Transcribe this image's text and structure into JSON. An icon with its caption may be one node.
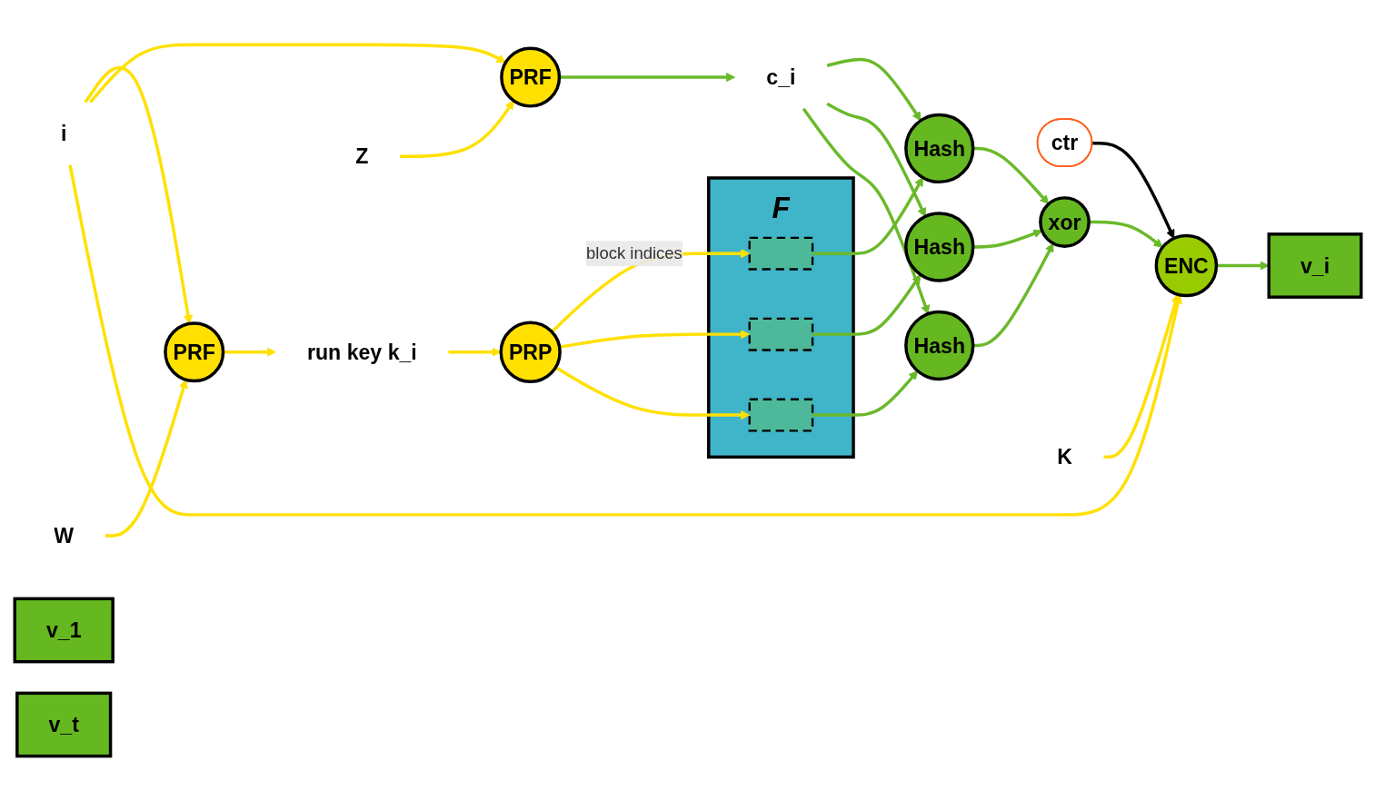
{
  "diagram": {
    "nodes": [
      {
        "text": [
          "i"
        ]
      },
      {
        "text": [
          "W"
        ]
      },
      {
        "text": [
          "PRF"
        ]
      },
      {
        "text": [
          "run key k_i"
        ]
      },
      {
        "text": [
          "PRP"
        ]
      },
      {
        "text": [
          "F"
        ]
      },
      {
        "text": [],
        "shape": "bar",
        "in": 5
      },
      {
        "text": [],
        "shape": "bar",
        "in": 5
      },
      {
        "text": [],
        "shape": "bar",
        "in": 5
      },
      {
        "text": [
          "Hash"
        ]
      },
      {
        "text": [
          "Z"
        ]
      },
      {
        "text": [
          "PRF"
        ]
      },
      {
        "text": [
          "c_i"
        ]
      },
      {
        "text": [
          "Hash"
        ]
      },
      {
        "text": [
          "ctr"
        ]
      },
      {
        "text": [
          "Hash"
        ]
      },
      {
        "text": [
          "xor"
        ]
      },
      {
        "text": [
          "v_1"
        ]
      },
      {
        "text": [
          "v_i"
        ]
      },
      {
        "text": [
          "K"
        ]
      },
      {
        "text": [
          "ENC"
        ]
      },
      {
        "text": [
          "v_t"
        ]
      }
    ],
    "edges": [
      {
        "from": 0,
        "to": 2,
        "arrow": "to",
        "color": "#ffe000"
      },
      {
        "from": 0,
        "to": 11,
        "arrow": "to",
        "color": "#ffe000"
      },
      {
        "from": 0,
        "to": 20,
        "arrow": "to",
        "color": "#ffe000"
      },
      {
        "from": 1,
        "to": 2,
        "arrow": "to",
        "color": "#ffe000"
      },
      {
        "from": 2,
        "to": 3,
        "arrow": "to",
        "color": "#ffe000"
      },
      {
        "from": 3,
        "to": 4,
        "arrow": "to",
        "color": "#ffe000"
      },
      {
        "from": 4,
        "to": 6,
        "arrow": "to",
        "label": "block indices",
        "color": "#ffe000"
      },
      {
        "from": 4,
        "to": 7,
        "arrow": "to",
        "color": "#ffe000"
      },
      {
        "from": 4,
        "to": 8,
        "arrow": "to",
        "color": "#ffe000"
      },
      {
        "from": 6,
        "to": 9,
        "arrow": "to"
      },
      {
        "from": 7,
        "to": 13,
        "arrow": "to"
      },
      {
        "from": 8,
        "to": 15,
        "arrow": "to"
      },
      {
        "from": 10,
        "to": 11,
        "arrow": "to",
        "color": "#ffe000"
      },
      {
        "from": 11,
        "to": 12,
        "arrow": "to"
      },
      {
        "from": 12,
        "to": 9,
        "arrow": "to"
      },
      {
        "from": 12,
        "to": 13,
        "arrow": "to"
      },
      {
        "from": 12,
        "to": 15,
        "arrow": "to"
      },
      {
        "from": 9,
        "to": 16,
        "arrow": "to"
      },
      {
        "from": 13,
        "to": 16,
        "arrow": "to"
      },
      {
        "from": 15,
        "to": 16,
        "arrow": "to"
      },
      {
        "from": 16,
        "to": 20,
        "arrow": "to"
      },
      {
        "from": 14,
        "to": 20,
        "arrow": "to",
        "color": "#000000"
      },
      {
        "from": 19,
        "to": 20,
        "arrow": "to",
        "color": "#ffe000"
      },
      {
        "from": 20,
        "to": 18,
        "arrow": "to"
      }
    ]
  }
}
